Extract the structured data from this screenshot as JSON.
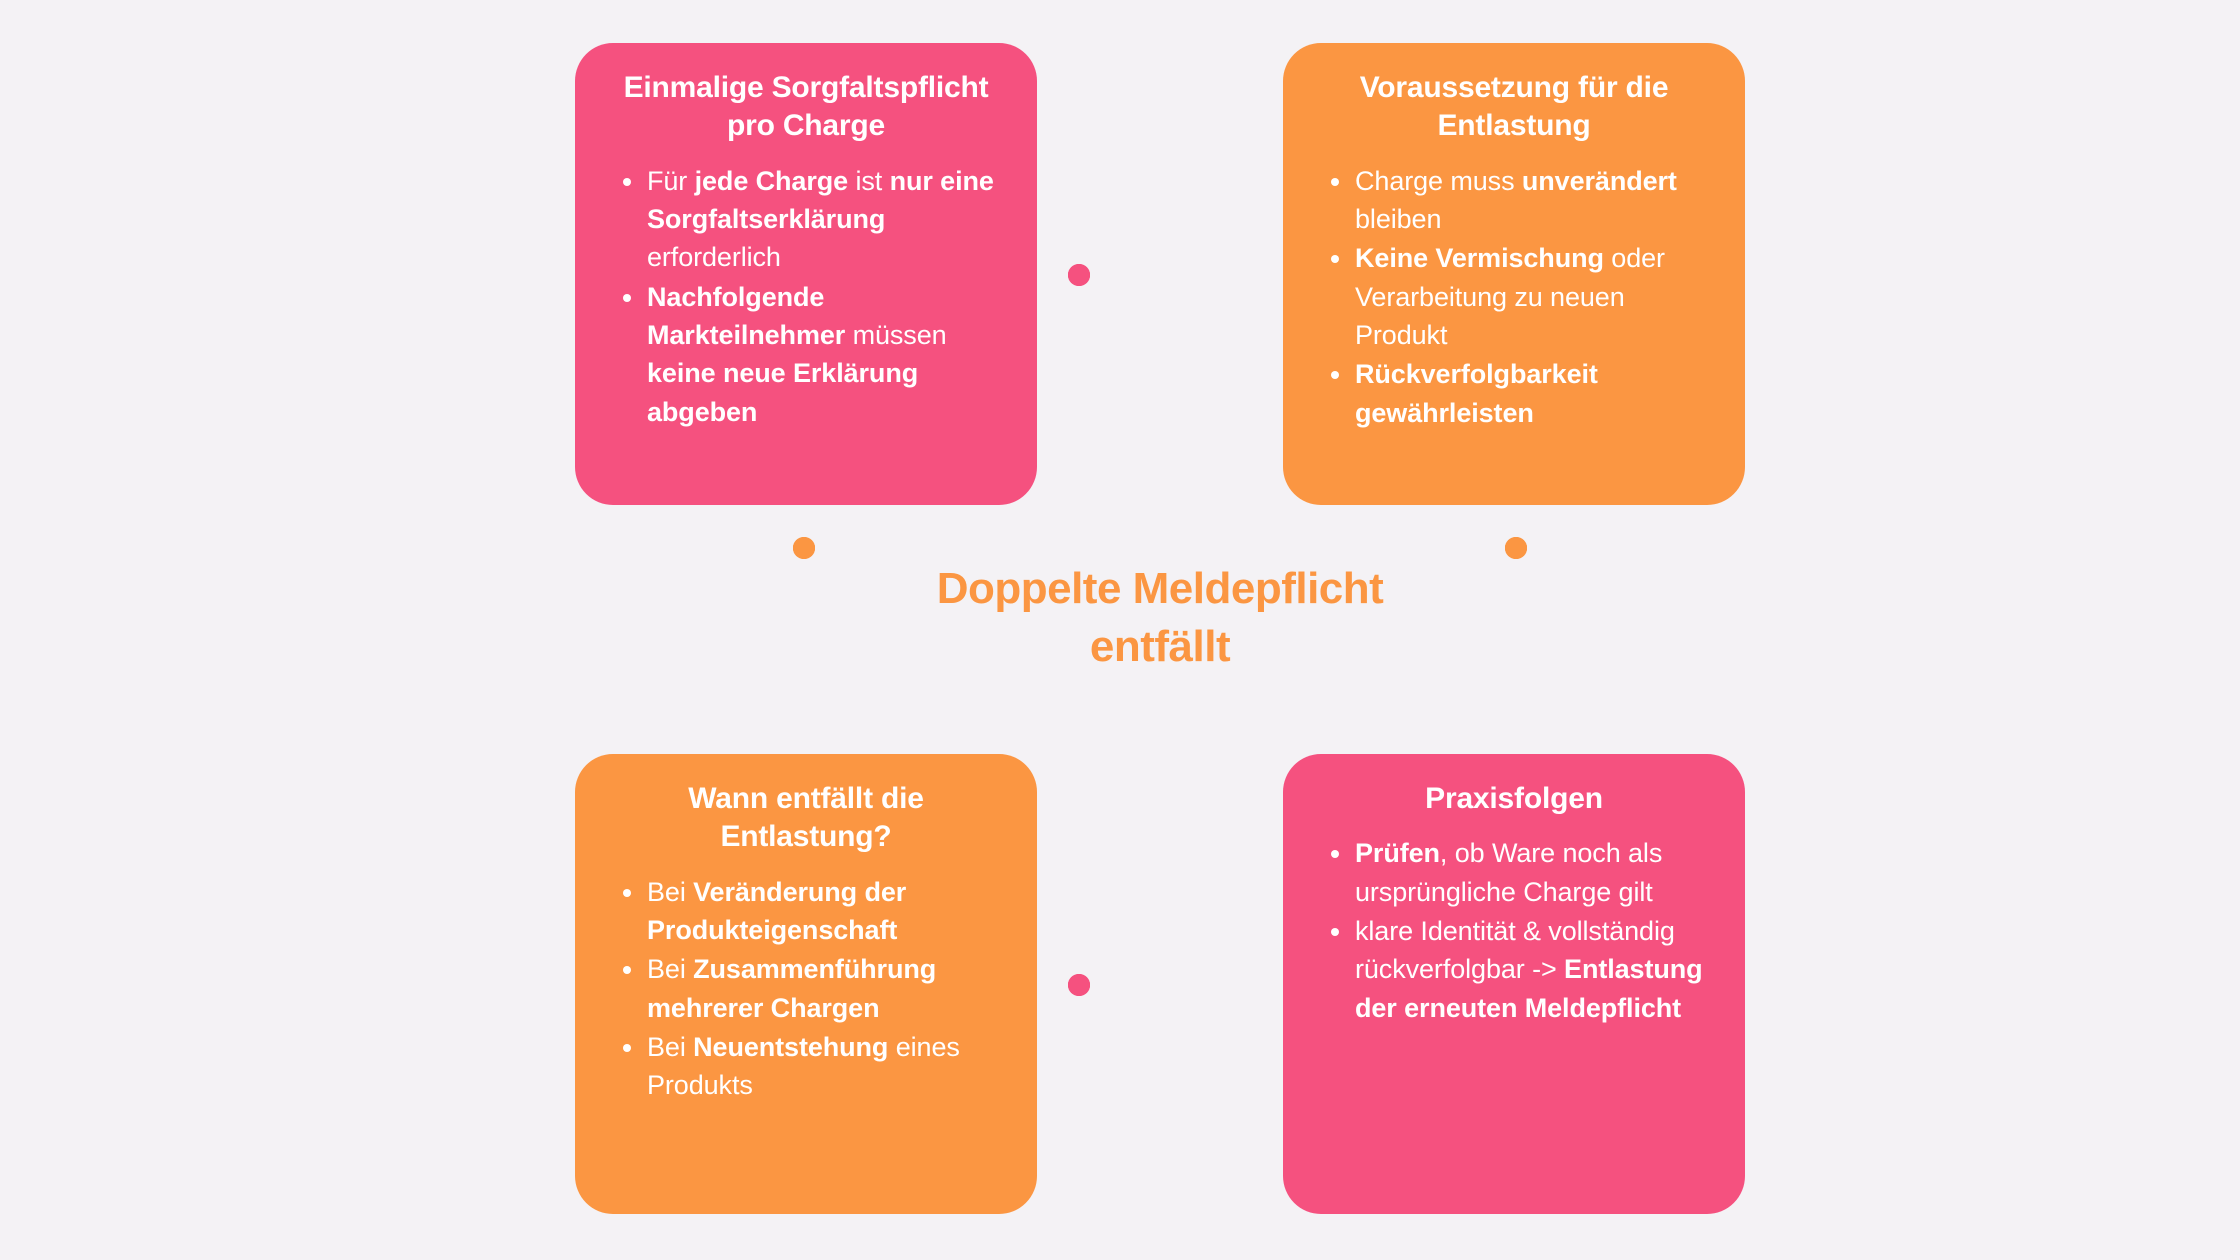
{
  "theme": {
    "background": "#f4f2f5",
    "pink": "#f5517f",
    "orange": "#fb9642",
    "text_on_card": "#ffffff"
  },
  "center": {
    "heading_line1": "Doppelte Meldepflicht",
    "heading_line2": "entfällt",
    "heading_full": "Doppelte Meldepflicht entfällt",
    "color": "#fb9642"
  },
  "cards": {
    "top_left": {
      "color": "#f5517f",
      "color_name": "pink",
      "title": "Einmalige Sorgfaltspflicht pro Charge",
      "bullets": [
        {
          "parts": [
            {
              "text": "Für ",
              "bold": false
            },
            {
              "text": "jede Charge",
              "bold": true
            },
            {
              "text": " ist ",
              "bold": false
            },
            {
              "text": "nur eine Sorgfaltserklärung",
              "bold": true
            },
            {
              "text": " erforderlich",
              "bold": false
            }
          ]
        },
        {
          "parts": [
            {
              "text": "Nachfolgende Markteilnehmer",
              "bold": true
            },
            {
              "text": " müssen ",
              "bold": false
            },
            {
              "text": "keine neue Erklärung abgeben",
              "bold": true
            }
          ]
        }
      ]
    },
    "top_right": {
      "color": "#fb9642",
      "color_name": "orange",
      "title": "Voraussetzung für die Entlastung",
      "bullets": [
        {
          "parts": [
            {
              "text": "Charge muss ",
              "bold": false
            },
            {
              "text": "unverändert",
              "bold": true
            },
            {
              "text": " bleiben",
              "bold": false
            }
          ]
        },
        {
          "parts": [
            {
              "text": "Keine Vermischung",
              "bold": true
            },
            {
              "text": " oder Verarbeitung zu neuen Produkt",
              "bold": false
            }
          ]
        },
        {
          "parts": [
            {
              "text": "Rückverfolgbarkeit gewährleisten",
              "bold": true
            }
          ]
        }
      ]
    },
    "bottom_left": {
      "color": "#fb9642",
      "color_name": "orange",
      "title": "Wann entfällt die Entlastung?",
      "bullets": [
        {
          "parts": [
            {
              "text": "Bei ",
              "bold": false
            },
            {
              "text": "Veränderung der Produkteigenschaft",
              "bold": true
            }
          ]
        },
        {
          "parts": [
            {
              "text": "Bei ",
              "bold": false
            },
            {
              "text": "Zusammenführung mehrerer Chargen",
              "bold": true
            }
          ]
        },
        {
          "parts": [
            {
              "text": "Bei ",
              "bold": false
            },
            {
              "text": "Neuentstehung",
              "bold": true
            },
            {
              "text": " eines Produkts",
              "bold": false
            }
          ]
        }
      ]
    },
    "bottom_right": {
      "color": "#f5517f",
      "color_name": "pink",
      "title": "Praxisfolgen",
      "bullets": [
        {
          "parts": [
            {
              "text": "Prüfen",
              "bold": true
            },
            {
              "text": ", ob Ware noch als ursprüngliche Charge gilt",
              "bold": false
            }
          ]
        },
        {
          "parts": [
            {
              "text": "klare Identität & vollständig rückverfolgbar -> ",
              "bold": false
            },
            {
              "text": "Entlastung der erneuten Meldepflicht",
              "bold": true
            }
          ]
        }
      ]
    }
  },
  "connectors": {
    "top_row": {
      "count": 4,
      "color": "#f5517f",
      "orientation": "horizontal"
    },
    "bottom_row": {
      "count": 4,
      "color": "#f5517f",
      "orientation": "horizontal"
    },
    "left_col": {
      "count": 4,
      "color": "#fb9642",
      "orientation": "vertical"
    },
    "right_col": {
      "count": 4,
      "color": "#fb9642",
      "orientation": "vertical"
    }
  }
}
